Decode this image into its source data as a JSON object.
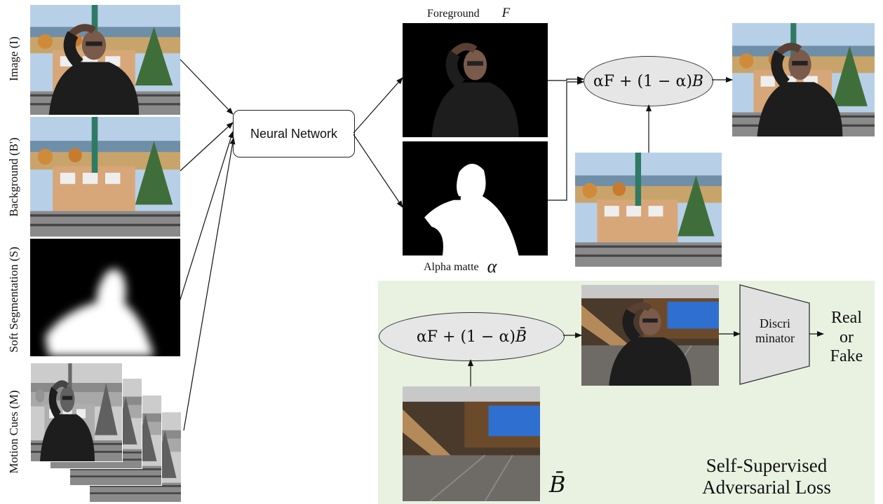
{
  "inputs": {
    "image_label": "Image (I)",
    "background_label": "Background (B')",
    "segmentation_label": "Soft Segmentation (S)",
    "motion_label": "Motion Cues (M)"
  },
  "network": {
    "label": "Neural Network"
  },
  "outputs": {
    "foreground_label": "Foreground",
    "foreground_symbol": "F",
    "alpha_label": "Alpha matte",
    "alpha_symbol": "α"
  },
  "composite": {
    "formula_prefix": "αF + (1 − α)",
    "formula_bg": "B",
    "formula_bg_bar": "B̄"
  },
  "adversarial": {
    "discriminator_line1": "Discri",
    "discriminator_line2": "minator",
    "result_line1": "Real",
    "result_line2": "or",
    "result_line3": "Fake",
    "new_bg_symbol": "B̄",
    "title_line1": "Self-Supervised",
    "title_line2": "Adversarial Loss"
  },
  "colors": {
    "panel_green": "#e9f2e1",
    "ellipse_gray": "#e6e6e6",
    "sky": "#a9c9e6"
  }
}
